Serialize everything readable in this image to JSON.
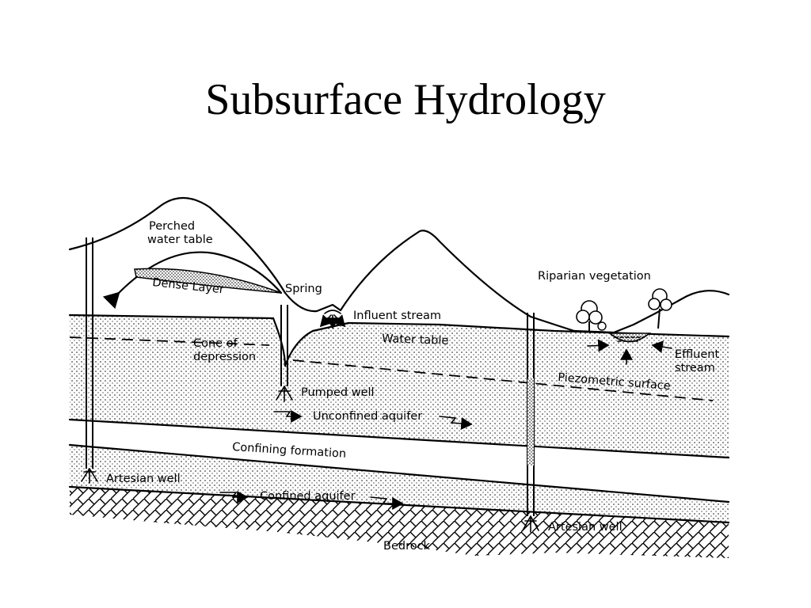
{
  "title": "Subsurface Hydrology",
  "labels": {
    "perched_water_table": [
      "Perched",
      "water table"
    ],
    "dense_layer": "Dense Layer",
    "spring": "Spring",
    "influent_stream": "Influent stream",
    "riparian_vegetation": "Riparian vegetation",
    "cone_of_depression": [
      "Cone of",
      "depression"
    ],
    "water_table": "Water table",
    "effluent_stream": [
      "Effluent",
      "stream"
    ],
    "piezometric_surface": "Piezometric surface",
    "pumped_well": "Pumped well",
    "unconfined_aquifer": "Unconfined aquifer",
    "confining_formation": "Confining formation",
    "artesian_well_left": "Artesian well",
    "confined_aquifer": "Confined aquifer",
    "artesian_well_right": "Artesian well",
    "bedrock": "Bedrock"
  }
}
